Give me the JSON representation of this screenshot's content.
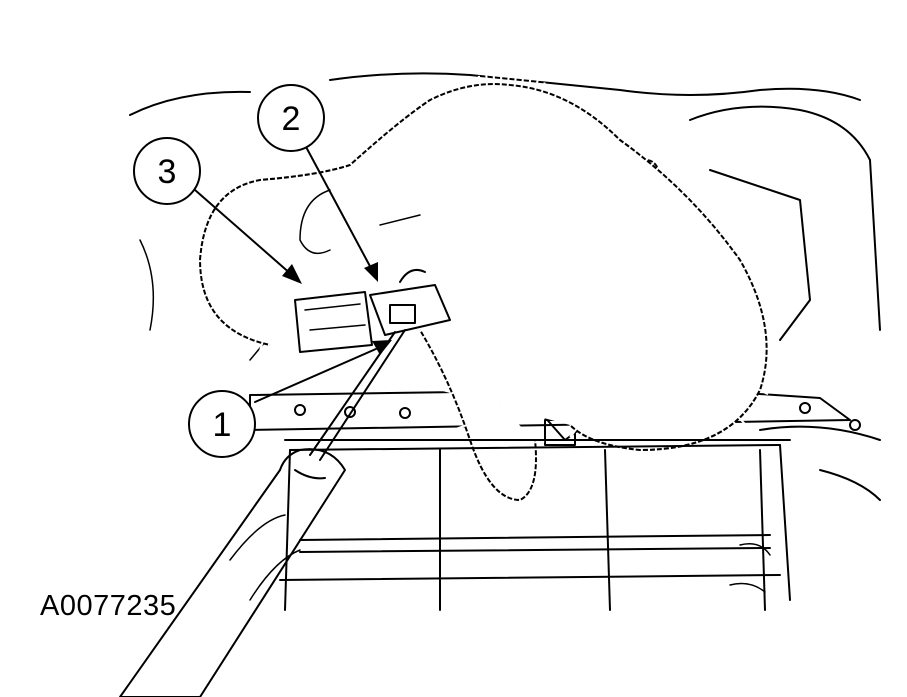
{
  "figure": {
    "id_label": "A0077235",
    "callouts": [
      {
        "number": "1"
      },
      {
        "number": "2"
      },
      {
        "number": "3"
      }
    ]
  }
}
